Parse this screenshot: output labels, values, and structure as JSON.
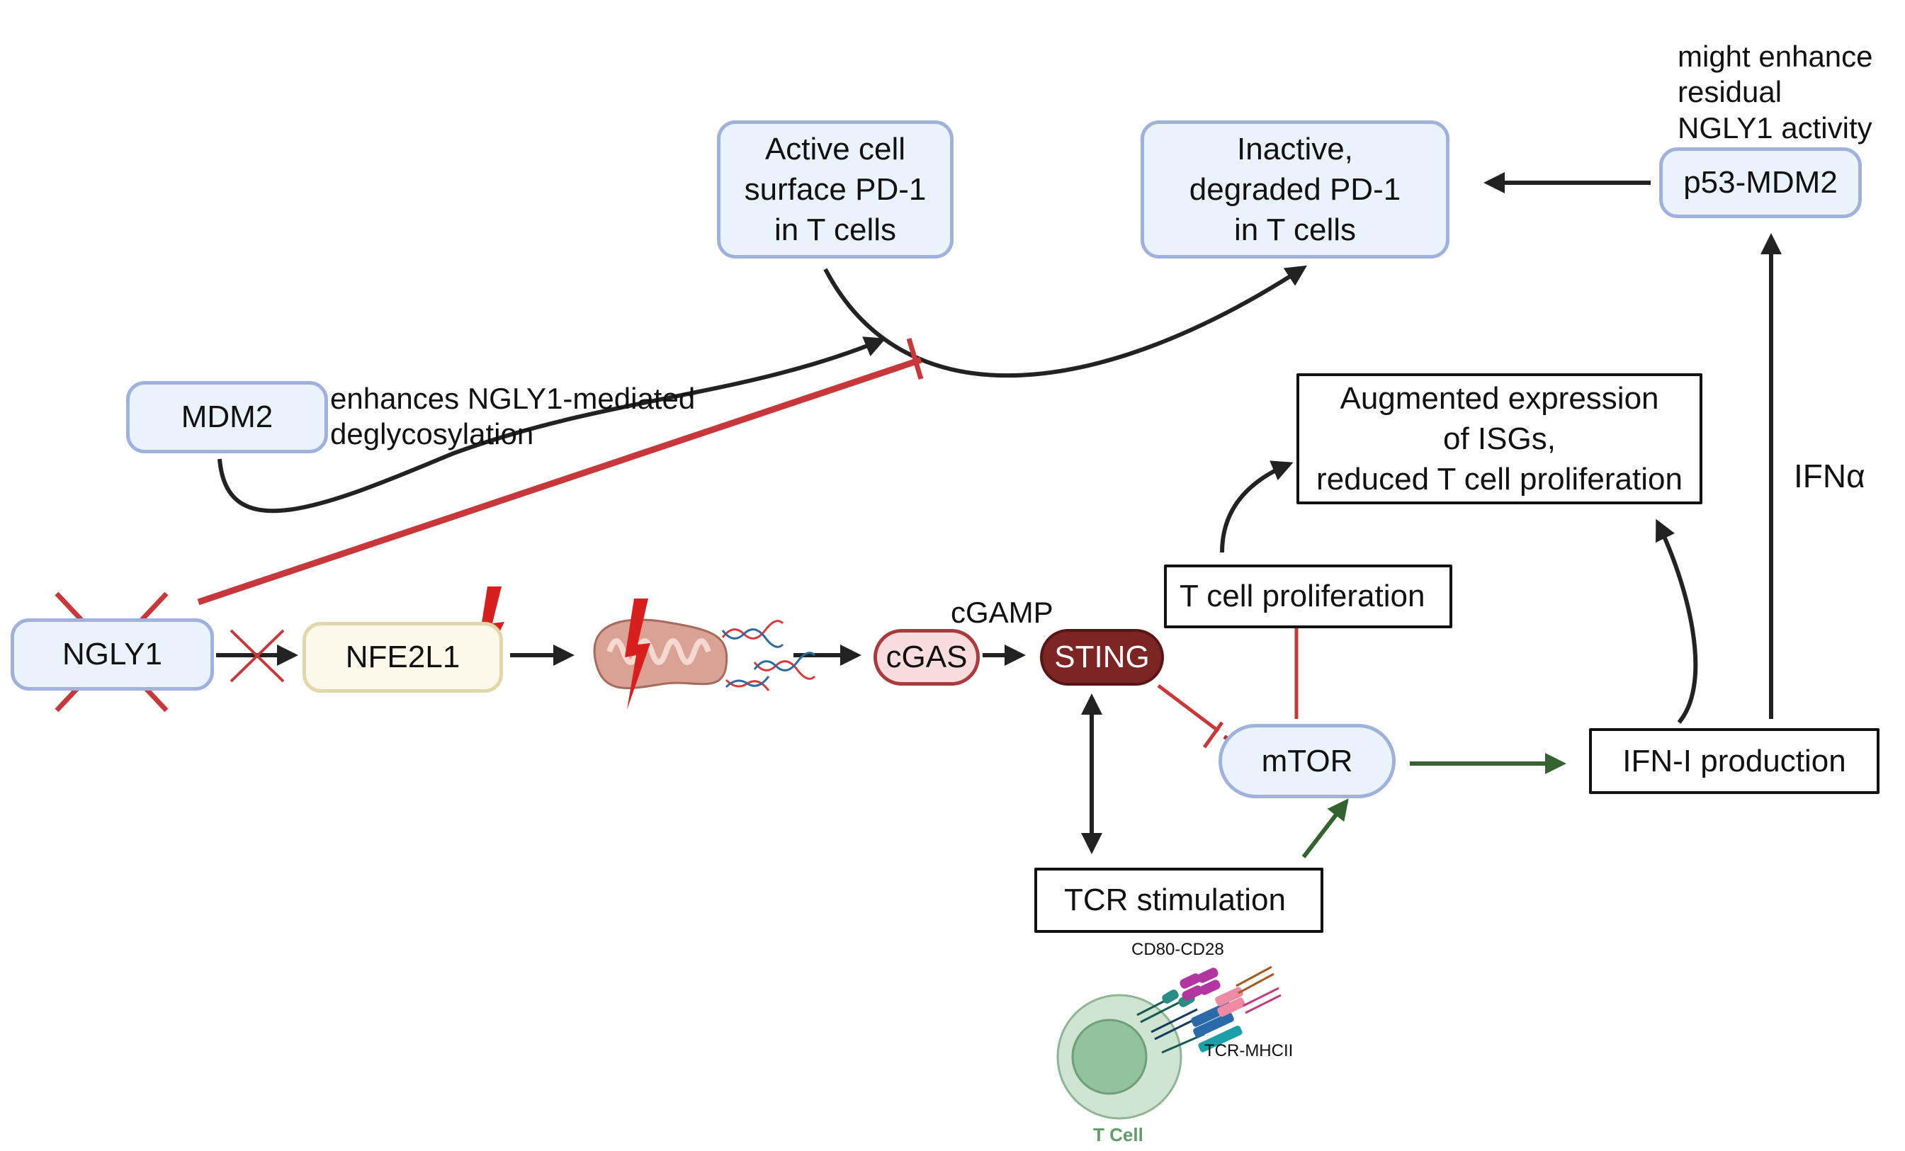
{
  "nodes": {
    "active_pd1": "Active cell\nsurface PD-1\nin T cells",
    "active_pd1_lines": [
      "Active cell",
      "surface PD-1",
      "in T cells"
    ],
    "inactive_pd1_lines": [
      "Inactive,",
      "degraded PD-1",
      "in T cells"
    ],
    "p53_mdm2": "p53-MDM2",
    "mdm2": "MDM2",
    "ngly1": "NGLY1",
    "nfe2l1": "NFE2L1",
    "cgas": "cGAS",
    "sting": "STING",
    "mtor": "mTOR",
    "isgs_lines": [
      "Augmented expression",
      "of ISGs,",
      "reduced T cell proliferation"
    ],
    "t_cell_proliferation": "T cell proliferation",
    "ifn_production": "IFN-I production",
    "tcr_stimulation": "TCR stimulation"
  },
  "annotations": {
    "p53_note_lines": [
      "might enhance",
      "residual",
      "NGLY1 activity"
    ],
    "mdm2_note_lines": [
      "enhances NGLY1-mediated",
      "deglycosylation"
    ],
    "cgamp": "cGAMP",
    "ifna": "IFNα",
    "cd80_cd28": "CD80-CD28",
    "tcr_mhcii": "TCR-MHCII",
    "t_cell": "T Cell"
  },
  "colors": {
    "activate": "#222222",
    "inhibit": "#c8373a",
    "green": "#34632f",
    "node_blue_fill": "#eaf2fc",
    "node_blue_border": "#9fb2dc",
    "sting_fill": "#7d2424",
    "lightning": "#d81f1f"
  },
  "icons": [
    "mitochondrion-icon",
    "dna-icon",
    "lightning-icon",
    "knockout-cross-icon",
    "t-cell-icon",
    "receptor-icon"
  ]
}
